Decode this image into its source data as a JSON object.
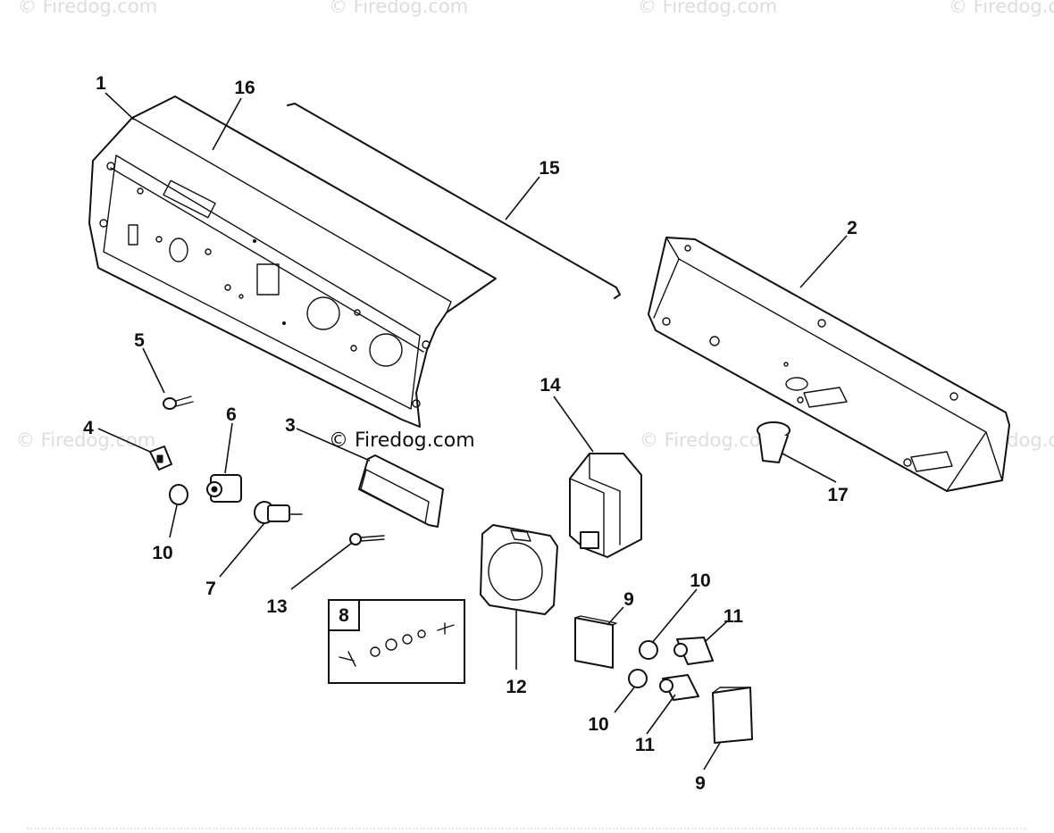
{
  "watermarks": {
    "top": [
      "© Firedog.com",
      "© Firedog.com",
      "© Firedog.com",
      "© Firedog.com"
    ],
    "middle": [
      "© Firedog.com",
      "© Firedog.com",
      "© Firedog.com"
    ],
    "center": "© Firedog.com"
  },
  "callouts": {
    "c1": "1",
    "c2": "2",
    "c3": "3",
    "c4": "4",
    "c5": "5",
    "c6": "6",
    "c7": "7",
    "c8": "8",
    "c9a": "9",
    "c9b": "9",
    "c10a": "10",
    "c10b": "10",
    "c10c": "10",
    "c11a": "11",
    "c11b": "11",
    "c12": "12",
    "c13": "13",
    "c14": "14",
    "c15": "15",
    "c16": "16",
    "c17": "17"
  },
  "colors": {
    "line": "#111111",
    "watermark": "#dddddd",
    "background": "#ffffff"
  }
}
